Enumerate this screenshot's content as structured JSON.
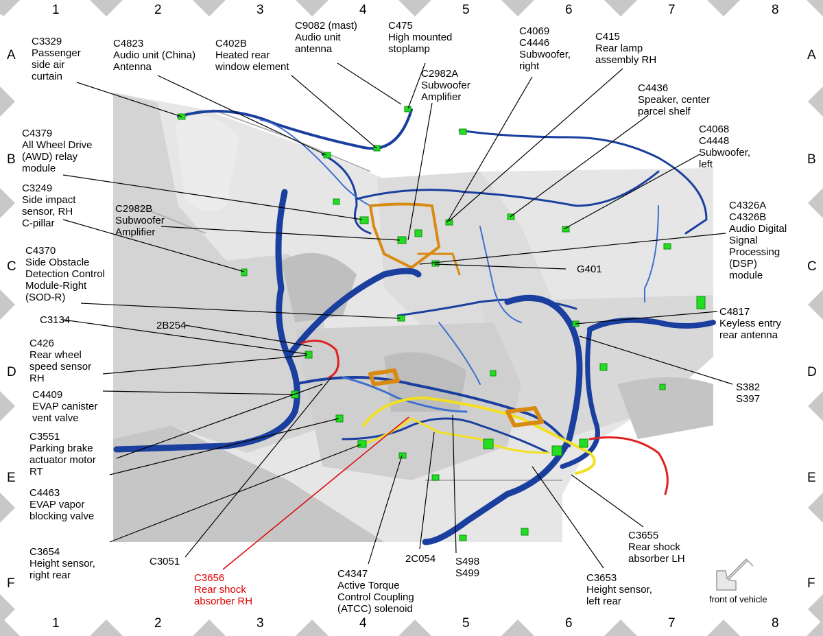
{
  "grid": {
    "columns": [
      "1",
      "2",
      "3",
      "4",
      "5",
      "6",
      "7",
      "8"
    ],
    "rows": [
      "A",
      "B",
      "C",
      "D",
      "E",
      "F"
    ]
  },
  "labels": [
    {
      "id": "c3329",
      "lines": [
        "C3329",
        "Passenger",
        "side air",
        "curtain"
      ]
    },
    {
      "id": "c4823",
      "lines": [
        "C4823",
        "Audio unit (China)",
        "Antenna"
      ]
    },
    {
      "id": "c402b",
      "lines": [
        "C402B",
        "Heated rear",
        "window element"
      ]
    },
    {
      "id": "c9082",
      "lines": [
        "C9082 (mast)",
        "Audio unit",
        "antenna"
      ]
    },
    {
      "id": "c475",
      "lines": [
        "C475",
        "High mounted",
        "stoplamp"
      ]
    },
    {
      "id": "c2982a",
      "lines": [
        "C2982A",
        "Subwoofer",
        "Amplifier"
      ]
    },
    {
      "id": "c4069",
      "lines": [
        "C4069",
        "C4446",
        "Subwoofer,",
        "right"
      ]
    },
    {
      "id": "c415",
      "lines": [
        "C415",
        "Rear lamp",
        "assembly RH"
      ]
    },
    {
      "id": "c4436",
      "lines": [
        "C4436",
        "Speaker, center",
        "parcel shelf"
      ]
    },
    {
      "id": "c4068",
      "lines": [
        "C4068",
        "C4448",
        "Subwoofer,",
        "left"
      ]
    },
    {
      "id": "c4379",
      "lines": [
        "C4379",
        "All Wheel Drive",
        "(AWD) relay",
        "module"
      ]
    },
    {
      "id": "c3249",
      "lines": [
        "C3249",
        "Side impact",
        "sensor, RH",
        "C-pillar"
      ]
    },
    {
      "id": "c2982b",
      "lines": [
        "C2982B",
        "Subwoofer",
        "Amplifier"
      ]
    },
    {
      "id": "c4326",
      "lines": [
        "C4326A",
        "C4326B",
        "Audio Digital",
        "Signal",
        "Processing",
        "(DSP)",
        "module"
      ]
    },
    {
      "id": "c4370",
      "lines": [
        "C4370",
        "Side Obstacle",
        "Detection Control",
        "Module-Right",
        "(SOD-R)"
      ]
    },
    {
      "id": "g401",
      "lines": [
        "G401"
      ]
    },
    {
      "id": "c3134",
      "lines": [
        "C3134"
      ]
    },
    {
      "id": "2b254",
      "lines": [
        "2B254"
      ]
    },
    {
      "id": "c4817",
      "lines": [
        "C4817",
        "Keyless entry",
        "rear antenna"
      ]
    },
    {
      "id": "c426",
      "lines": [
        "C426",
        "Rear wheel",
        "speed sensor",
        "RH"
      ]
    },
    {
      "id": "s382",
      "lines": [
        "S382",
        "S397"
      ]
    },
    {
      "id": "c4409",
      "lines": [
        "C4409",
        "EVAP canister",
        "vent valve"
      ]
    },
    {
      "id": "c3551",
      "lines": [
        "C3551",
        "Parking brake",
        "actuator motor",
        "RT"
      ]
    },
    {
      "id": "c4463",
      "lines": [
        "C4463",
        "EVAP vapor",
        "blocking valve"
      ]
    },
    {
      "id": "c3655",
      "lines": [
        "C3655",
        "Rear shock",
        "absorber LH"
      ]
    },
    {
      "id": "c3654",
      "lines": [
        "C3654",
        "Height sensor,",
        "right rear"
      ]
    },
    {
      "id": "c3051",
      "lines": [
        "C3051"
      ]
    },
    {
      "id": "2c054",
      "lines": [
        "2C054"
      ]
    },
    {
      "id": "s498",
      "lines": [
        "S498",
        "S499"
      ]
    },
    {
      "id": "c3653",
      "lines": [
        "C3653",
        "Height sensor,",
        "left rear"
      ]
    },
    {
      "id": "c3656",
      "lines": [
        "C3656",
        "Rear shock",
        "absorber RH"
      ],
      "highlight": true
    },
    {
      "id": "c4347",
      "lines": [
        "C4347",
        "Active Torque",
        "Control Coupling",
        "(ATCC) solenoid"
      ]
    }
  ],
  "orientation_note": "front of vehicle",
  "colors": {
    "harness_main": "#1a3f9e",
    "harness_light": "#3f6fd0",
    "harness_orange": "#d98a10",
    "harness_yellow": "#f2e020",
    "harness_red": "#e02020",
    "connector": "#22dd22",
    "highlight": "#e00000",
    "border_diamond": "#c8c8c8"
  }
}
